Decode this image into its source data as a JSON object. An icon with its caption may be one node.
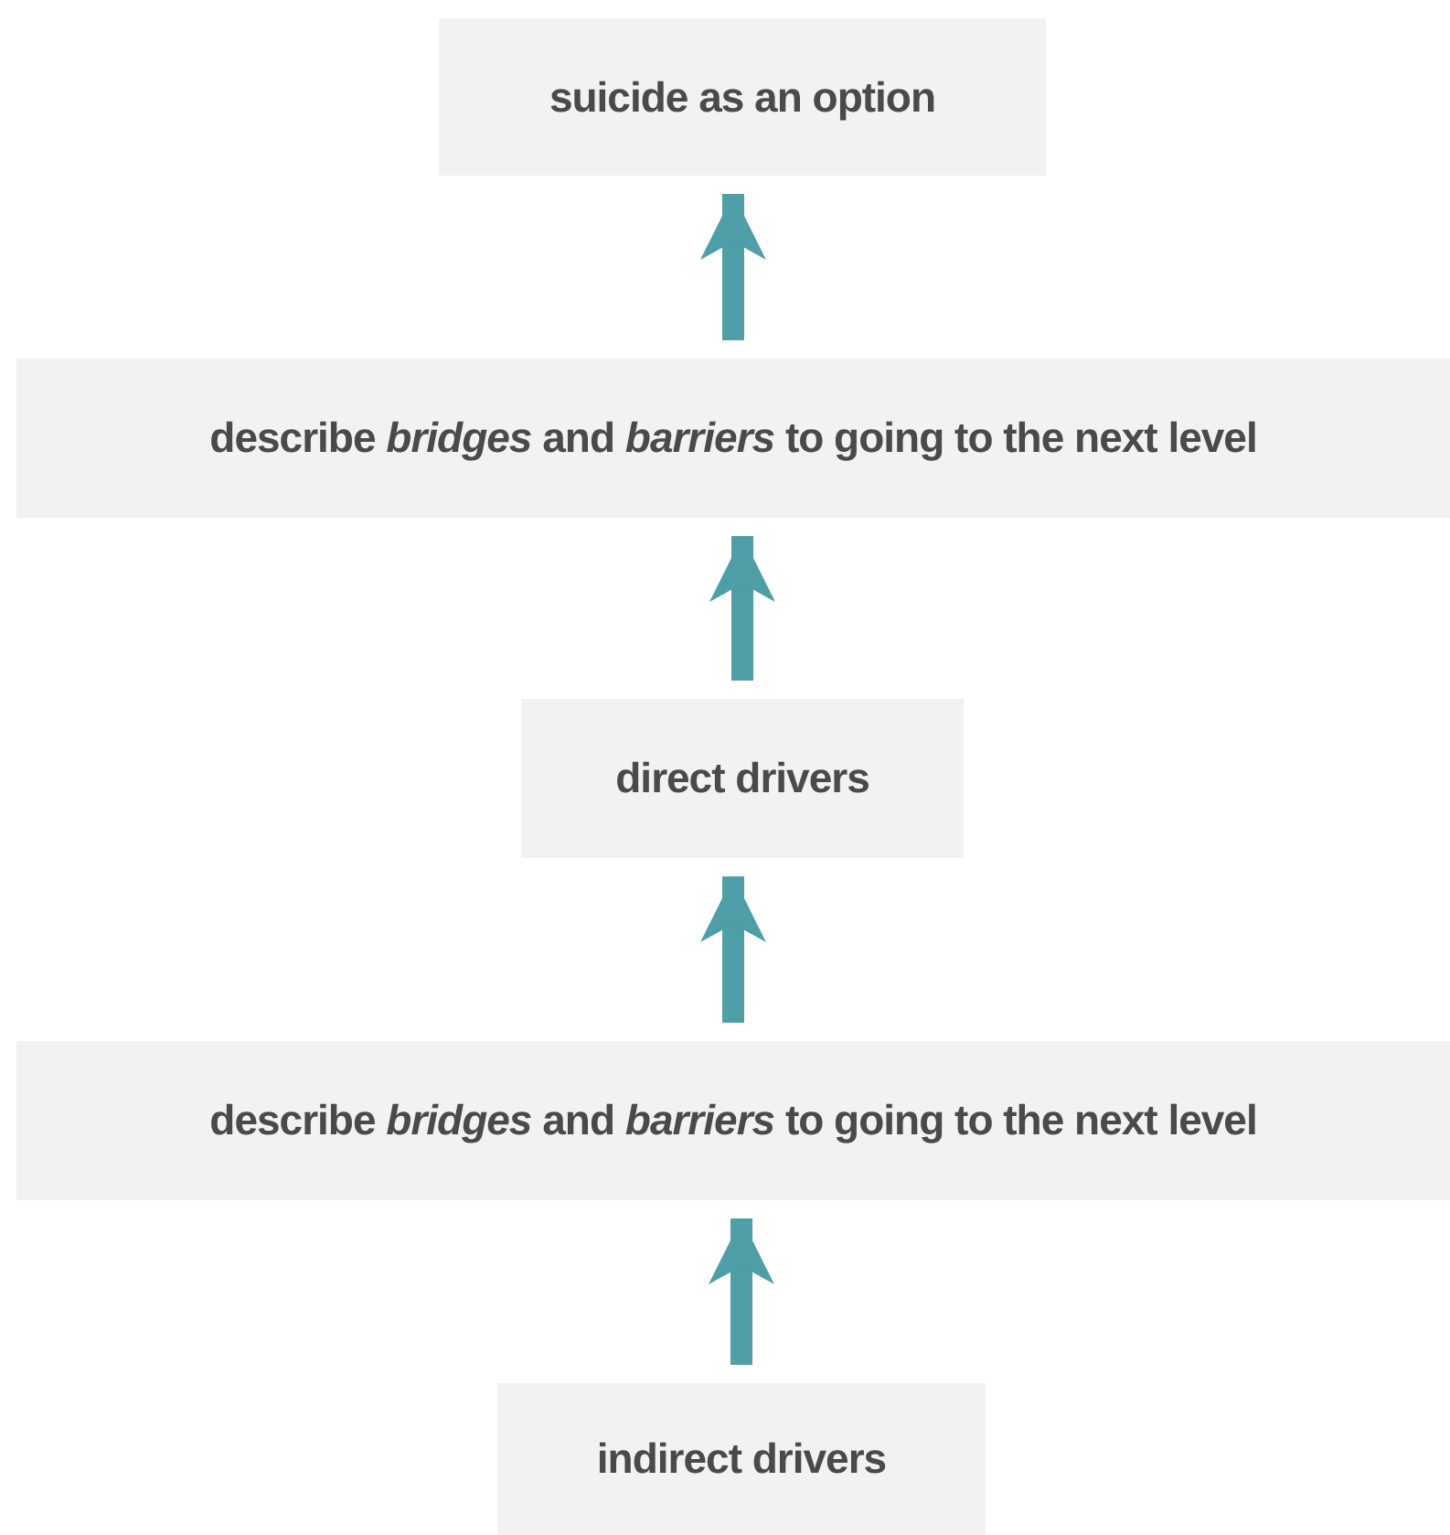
{
  "diagram": {
    "nodes": [
      {
        "text": [
          "suicide as an option"
        ]
      },
      {
        "text": [
          "describe *bridges* and *barriers* to going to the next level"
        ]
      },
      {
        "text": [
          "direct drivers"
        ]
      },
      {
        "text": [
          "describe *bridges* and *barriers* to going to the next level"
        ]
      },
      {
        "text": [
          "indirect drivers"
        ]
      }
    ],
    "edges": [
      {
        "from": 4,
        "to": 3,
        "arrow": "to"
      },
      {
        "from": 3,
        "to": 2,
        "arrow": "to"
      },
      {
        "from": 2,
        "to": 1,
        "arrow": "to"
      },
      {
        "from": 1,
        "to": 0,
        "arrow": "to"
      }
    ]
  }
}
